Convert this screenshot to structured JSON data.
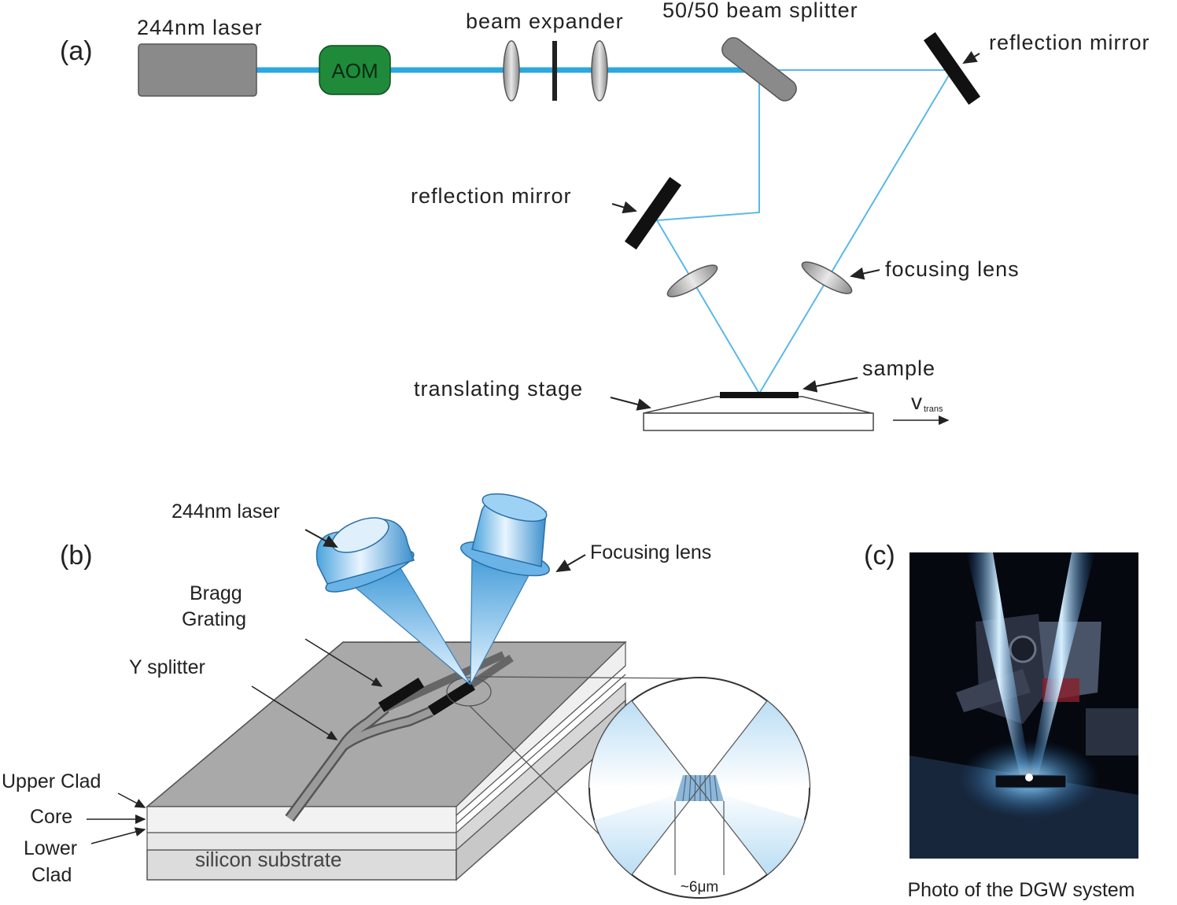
{
  "panel_a": {
    "tag": "(a)",
    "laser_label": "244nm laser",
    "aom_label": "AOM",
    "beam_expander_label": "beam expander",
    "beam_splitter_label": "50/50 beam splitter",
    "reflection_mirror_right_label": "reflection mirror",
    "reflection_mirror_left_label": "reflection mirror",
    "focusing_lens_label": "focusing lens",
    "sample_label": "sample",
    "translating_stage_label": "translating stage",
    "velocity_symbol": "v",
    "velocity_subscript": "trans"
  },
  "panel_b": {
    "tag": "(b)",
    "laser_label": "244nm laser",
    "focusing_lens_label": "Focusing lens",
    "bragg_grating_line1": "Bragg",
    "bragg_grating_line2": "Grating",
    "y_splitter_label": "Y splitter",
    "upper_clad_label": "Upper Clad",
    "core_label": "Core",
    "lower_clad_line1": "Lower",
    "lower_clad_line2": "Clad",
    "substrate_label": "silicon substrate",
    "spot_size_label": "~6μm"
  },
  "panel_c": {
    "tag": "(c)",
    "caption": "Photo of the DGW system"
  },
  "colors": {
    "beam": "#2aa8e0",
    "aom": "#1f8a3a",
    "laser_box": "#8a8a8a",
    "photo_bg": "#05080f"
  }
}
